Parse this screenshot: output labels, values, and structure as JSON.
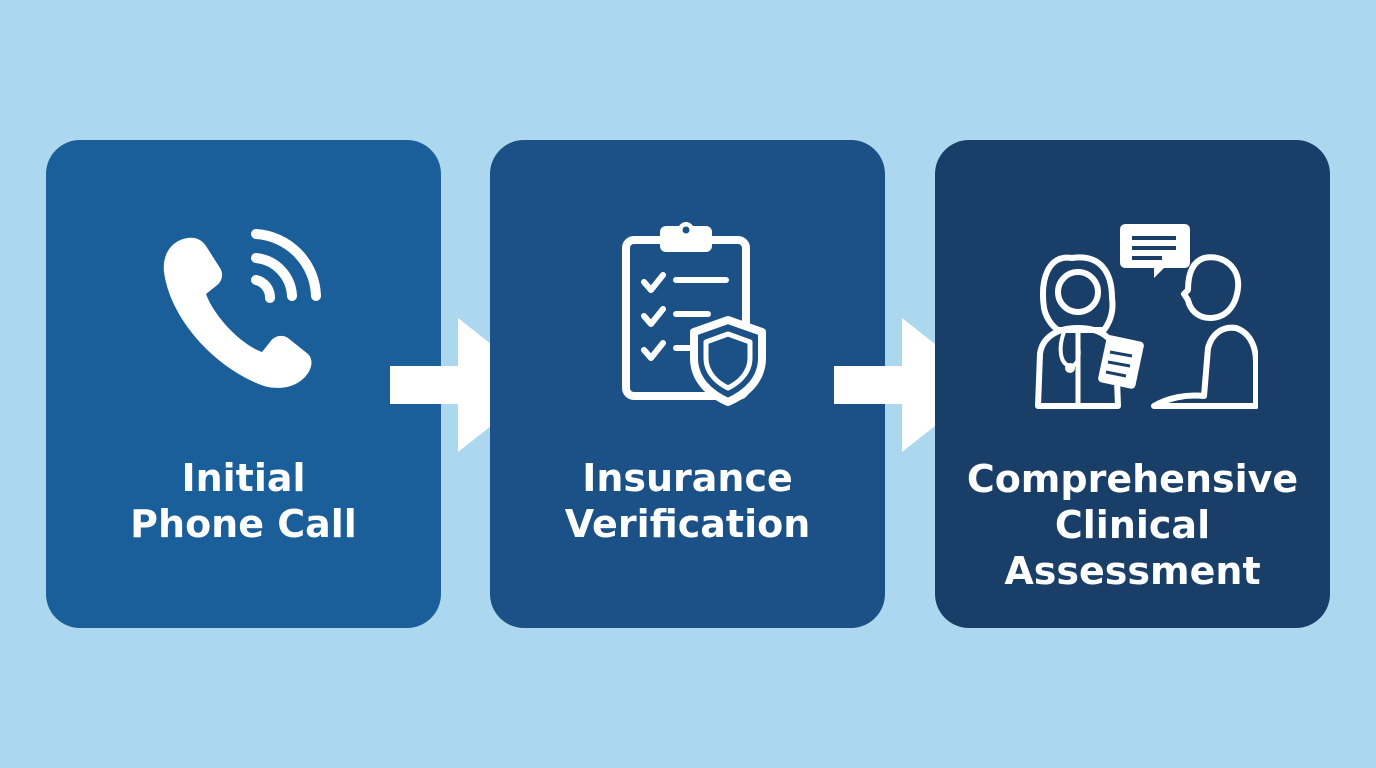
{
  "steps": [
    {
      "label_lines": [
        "Initial",
        "Phone Call"
      ],
      "icon": "phone-ringing-icon",
      "color": "#1a5f9a"
    },
    {
      "label_lines": [
        "Insurance",
        "Verification"
      ],
      "icon": "clipboard-shield-icon",
      "color": "#1b5186"
    },
    {
      "label_lines": [
        "Comprehensive",
        "Clinical",
        "Assessment"
      ],
      "icon": "doctor-patient-consultation-icon",
      "color": "#193f68"
    }
  ],
  "connector_icon": "arrow-right-icon",
  "colors": {
    "background": "#acd8ef",
    "text": "#ffffff"
  }
}
